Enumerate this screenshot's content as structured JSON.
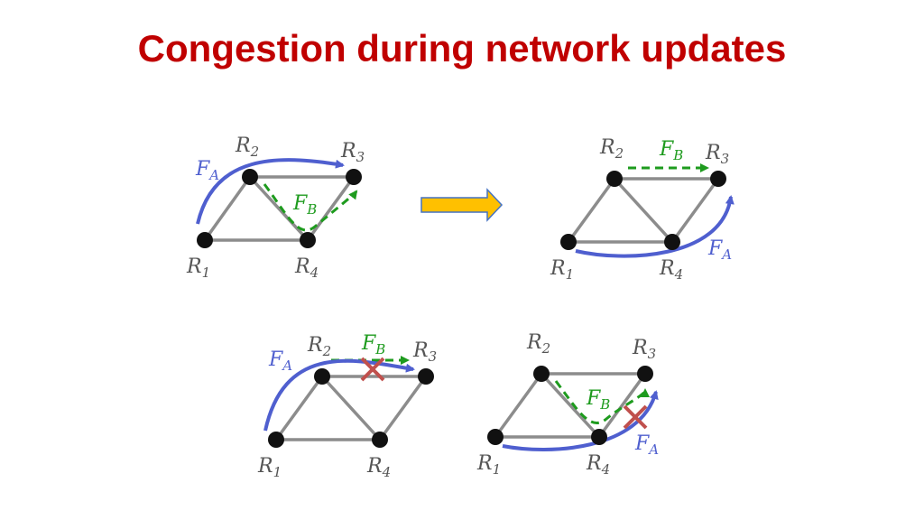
{
  "title": "Congestion during network updates",
  "colors": {
    "title": "#C00000",
    "edge": "#8C8C8C",
    "node": "#111111",
    "flow_a": "#4F5FCF",
    "flow_b": "#1E9B1E",
    "cross": "#C0504D",
    "arrow_fill": "#FFC000",
    "arrow_stroke": "#4472C4",
    "label": "#555555"
  },
  "routers": {
    "r1": {
      "base": "R",
      "sub": "1"
    },
    "r2": {
      "base": "R",
      "sub": "2"
    },
    "r3": {
      "base": "R",
      "sub": "3"
    },
    "r4": {
      "base": "R",
      "sub": "4"
    }
  },
  "flows": {
    "fa": {
      "base": "F",
      "sub": "A"
    },
    "fb": {
      "base": "F",
      "sub": "B"
    }
  },
  "panels": [
    {
      "name": "initial-state",
      "fa_route": "R1-R2-R3",
      "fb_route": "R2-R4-R3",
      "congested": false
    },
    {
      "name": "final-state",
      "fa_route": "R1-R4-R3",
      "fb_route": "R2-R3",
      "congested": false
    },
    {
      "name": "intermediate-fb-first",
      "fa_route": "R1-R2-R3",
      "fb_route": "R2-R3",
      "congested": true
    },
    {
      "name": "intermediate-fa-first",
      "fa_route": "R1-R4-R3",
      "fb_route": "R2-R4-R3",
      "congested": true
    }
  ]
}
